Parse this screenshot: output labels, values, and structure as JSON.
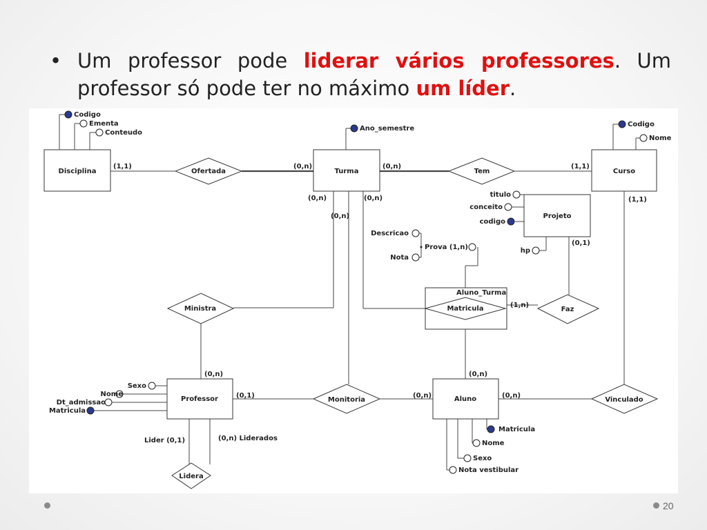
{
  "slide": {
    "bullet_symbol": "•",
    "line1_part1": "Um professor pode ",
    "line1_highlight": "liderar vários professores",
    "line1_part2": ". Um",
    "line2_part1": "professor só pode ter no máximo ",
    "line2_highlight": "um líder",
    "line2_part2": ".",
    "page_number": "20"
  },
  "colors": {
    "highlight": "#e01010",
    "key_attribute": "#2b3a8f",
    "line": "#444444"
  },
  "diagram": {
    "entities": {
      "disciplina": "Disciplina",
      "turma": "Turma",
      "curso": "Curso",
      "projeto": "Projeto",
      "professor": "Professor",
      "aluno": "Aluno",
      "aluno_turma": "Aluno_Turma"
    },
    "relationships": {
      "ofertada": "Ofertada",
      "tem": "Tem",
      "ministra": "Ministra",
      "matricula": "Matricula",
      "faz": "Faz",
      "monitoria": "Monitoria",
      "vinculado": "Vinculado",
      "lidera": "Lidera"
    },
    "attributes": {
      "disc_codigo": "Codigo",
      "disc_ementa": "Ementa",
      "disc_conteudo": "Conteudo",
      "ano_semestre": "Ano_semestre",
      "curso_codigo": "Codigo",
      "curso_nome": "Nome",
      "titulo": "titulo",
      "conceito": "conceito",
      "proj_codigo": "codigo",
      "hp": "hp",
      "descricao": "Descricao",
      "prova": "Prova (1,n)",
      "nota": "Nota",
      "sexo": "Sexo",
      "prof_nome": "Nome",
      "dt_admissao": "Dt_admissao",
      "prof_matricula": "Matricula",
      "aluno_matricula": "Matricula",
      "aluno_nome": "Nome",
      "aluno_sexo": "Sexo",
      "nota_vestibular": "Nota vestibular"
    },
    "cardinalities": {
      "disc_ofertada": "(1,1)",
      "turma_ofertada": "(0,n)",
      "turma_tem": "(0,n)",
      "curso_tem": "(1,1)",
      "turma_left": "(0,n)",
      "turma_mid": "(0,n)",
      "turma_right": "(0,n)",
      "curso_vinculado": "(1,1)",
      "projeto_faz": "(0,1)",
      "aluno_turma_faz": "(1,n)",
      "professor_ministra": "(0,n)",
      "professor_monitoria": "(0,1)",
      "aluno_monitoria": "(0,n)",
      "aluno_top": "(0,n)",
      "aluno_vinculado": "(0,n)",
      "lider": "Lider (0,1)",
      "liderados": "(0,n) Liderados"
    }
  }
}
